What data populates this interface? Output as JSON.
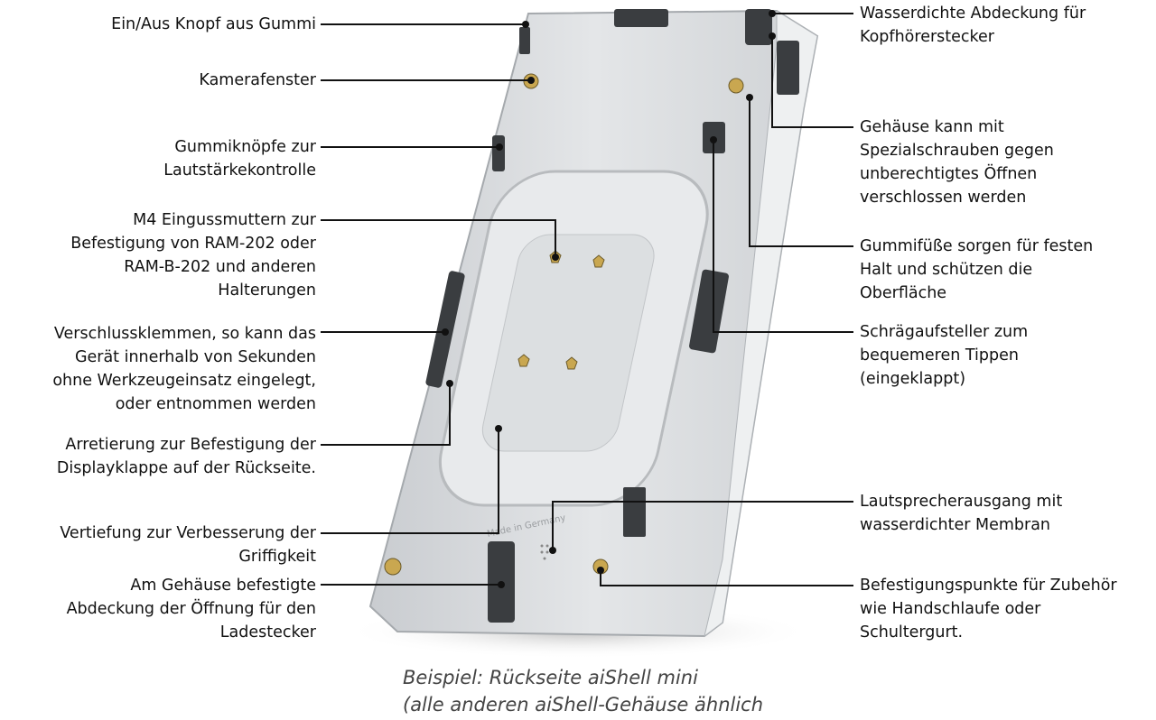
{
  "left_labels": [
    {
      "lines": [
        "Ein/Aus Knopf aus Gummi"
      ]
    },
    {
      "lines": [
        "Kamerafenster"
      ]
    },
    {
      "lines": [
        "Gummiknöpfe zur",
        "Lautstärkekontrolle"
      ]
    },
    {
      "lines": [
        "M4 Eingussmuttern zur",
        "Befestigung von RAM-202 oder",
        "RAM-B-202 und anderen",
        "Halterungen"
      ]
    },
    {
      "lines": [
        "Verschlussklemmen, so kann das",
        "Gerät innerhalb von Sekunden",
        "ohne Werkzeugeinsatz eingelegt,",
        "oder entnommen werden"
      ]
    },
    {
      "lines": [
        "Arretierung zur Befestigung der",
        "Displayklappe auf der Rückseite."
      ]
    },
    {
      "lines": [
        "Vertiefung zur Verbesserung der",
        "Griffigkeit"
      ]
    },
    {
      "lines": [
        "Am Gehäuse befestigte",
        "Abdeckung der Öffnung für den",
        "Ladestecker"
      ]
    }
  ],
  "right_labels": [
    {
      "lines": [
        "Wasserdichte Abdeckung für",
        "Kopfhörerstecker"
      ]
    },
    {
      "lines": [
        "Gehäuse kann mit",
        "Spezialschrauben gegen",
        "unberechtigtes Öffnen",
        "verschlossen werden"
      ]
    },
    {
      "lines": [
        "Gummifüße sorgen für festen",
        "Halt und schützen die",
        "Oberfläche"
      ]
    },
    {
      "lines": [
        "Schrägaufsteller zum",
        "bequemeren Tippen",
        "(eingeklappt)"
      ]
    },
    {
      "lines": [
        "Lautsprecherausgang mit",
        "wasserdichter Membran"
      ]
    },
    {
      "lines": [
        "Befestigungspunkte für Zubehör",
        "wie Handschlaufe oder",
        "Schultergurt."
      ]
    }
  ],
  "device": {
    "engraving": "Made in Germany"
  },
  "caption": {
    "line1": "Beispiel: Rückseite aiShell mini",
    "line2": "(alle anderen aiShell-Gehäuse ähnlich"
  },
  "colors": {
    "case": "#d9dcdf",
    "rubber": "#3a3d40",
    "line": "#111111",
    "caption": "#444444"
  }
}
